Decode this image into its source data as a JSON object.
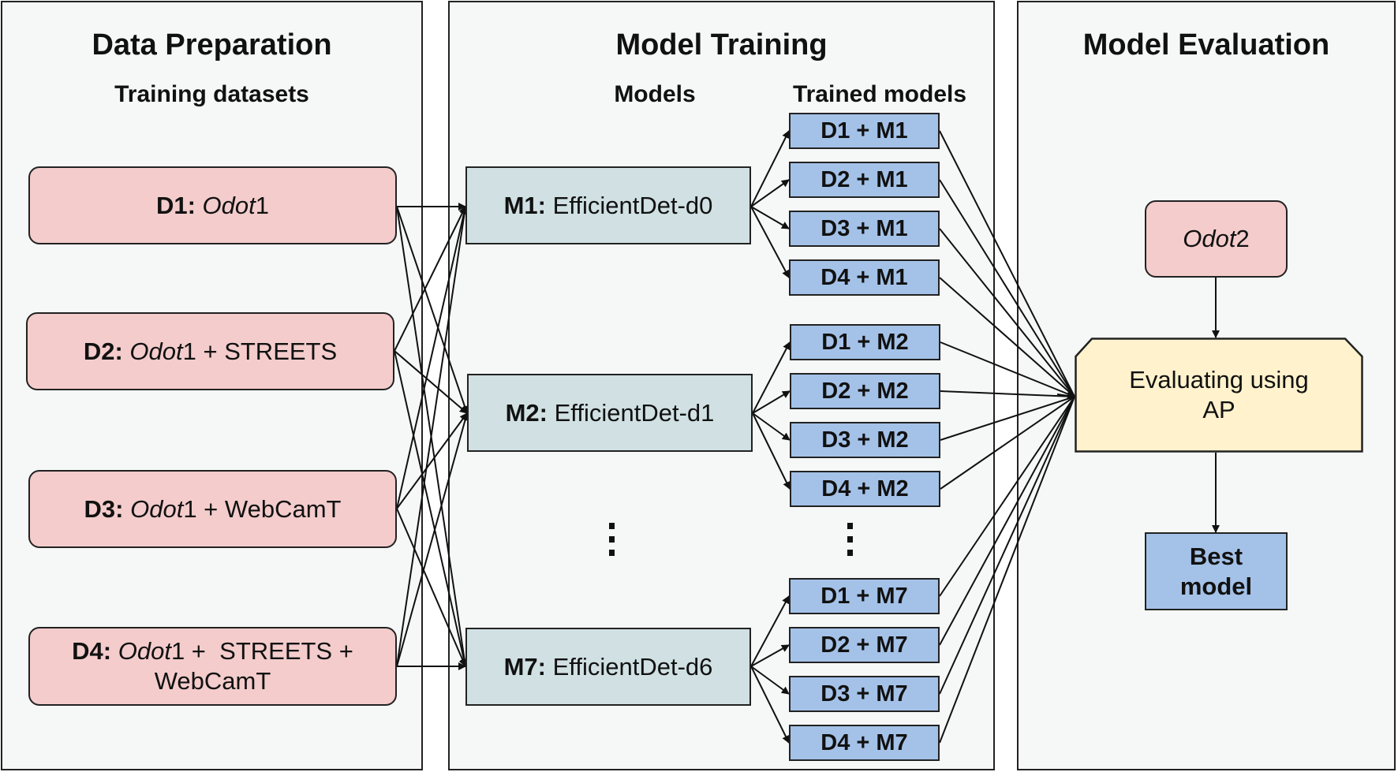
{
  "panels": {
    "prep": {
      "title": "Data Preparation",
      "subtitle": "Training datasets"
    },
    "train": {
      "title": "Model Training",
      "models_header": "Models",
      "trained_header": "Trained models"
    },
    "eval": {
      "title": "Model Evaluation"
    }
  },
  "datasets": [
    {
      "id": "D1:",
      "name": "Odot",
      "rest": "1"
    },
    {
      "id": "D2:",
      "name": "Odot",
      "rest": "1 + STREETS"
    },
    {
      "id": "D3:",
      "name": "Odot",
      "rest": "1 + WebCamT"
    },
    {
      "id": "D4:",
      "name": "Odot",
      "rest": "1 +  STREETS +",
      "line2": "WebCamT"
    }
  ],
  "models": [
    {
      "id": "M1:",
      "name": "EfficientDet-d0"
    },
    {
      "id": "M2:",
      "name": "EfficientDet-d1"
    },
    {
      "id": "M7:",
      "name": "EfficientDet-d6"
    }
  ],
  "trained": [
    [
      "D1 + M1",
      "D2 + M1",
      "D3 + M1",
      "D4 + M1"
    ],
    [
      "D1 + M2",
      "D2 + M2",
      "D3 + M2",
      "D4 + M2"
    ],
    [
      "D1 + M7",
      "D2 + M7",
      "D3 + M7",
      "D4 + M7"
    ]
  ],
  "test_set": {
    "name": "Odot",
    "rest": "2"
  },
  "evaluator": {
    "line1": "Evaluating using",
    "line2": "AP"
  },
  "best": {
    "line1": "Best",
    "line2": "model"
  },
  "colors": {
    "dataset": "#f4cccc",
    "model": "#d0e0e3",
    "trained": "#a4c2e8",
    "evaluator": "#fff2cc",
    "panel": "#f6f8f7"
  }
}
